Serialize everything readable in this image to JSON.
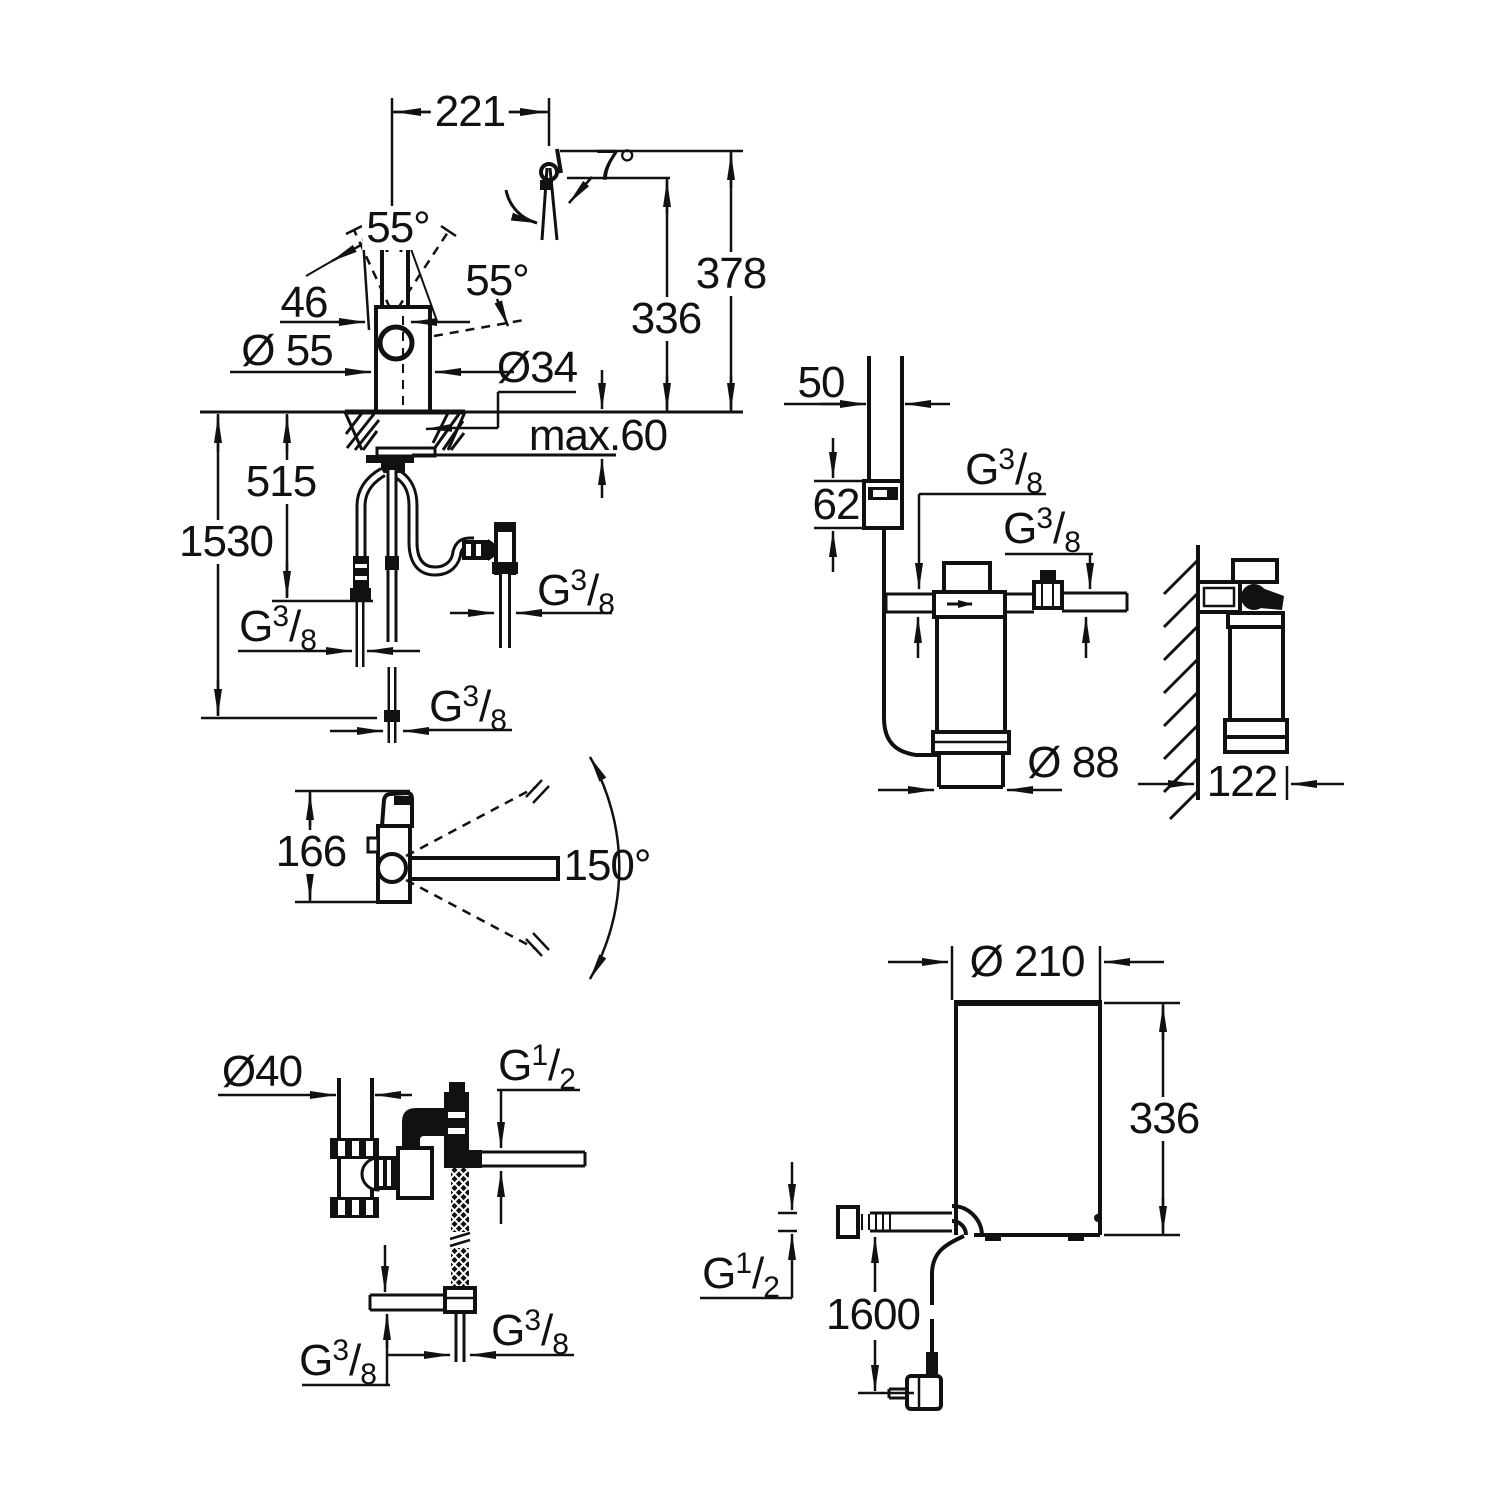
{
  "palette": {
    "ink": "#111111",
    "paper": "#ffffff"
  },
  "dims": {
    "d221": "221",
    "d7": "7°",
    "d55a": "55°",
    "d55b": "55°",
    "d46": "46",
    "dia55": "Ø 55",
    "dia34": "Ø34",
    "d378": "378",
    "d336_faucet": "336",
    "dmax60": "max.60",
    "d515": "515",
    "d1530": "1530",
    "d166": "166",
    "d150": "150°",
    "d50": "50",
    "d62": "62",
    "dia88": "Ø 88",
    "d122": "122",
    "dia40": "Ø40",
    "dia210": "Ø 210",
    "d336_boiler": "336",
    "d1600": "1600"
  },
  "threads": {
    "g38": {
      "g": "G",
      "num": "3",
      "slash": "/",
      "den": "8"
    },
    "g12": {
      "g": "G",
      "num": "1",
      "slash": "/",
      "den": "2"
    }
  }
}
